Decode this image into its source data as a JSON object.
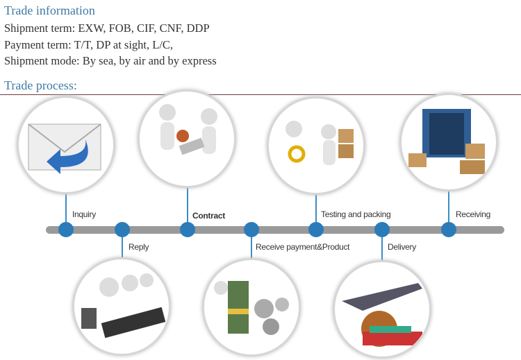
{
  "trade_info": {
    "heading": "Trade information",
    "lines": [
      "Shipment term: EXW, FOB, CIF, CNF, DDP",
      "Payment term: T/T, DP at sight, L/C,",
      "Shipment mode: By sea, by air and by express"
    ]
  },
  "process": {
    "heading": "Trade process:",
    "steps": [
      "Inquiry",
      "Reply",
      "Contract",
      "Receive payment&Product",
      "Testing and packing",
      "Delivery",
      "Receiving"
    ]
  },
  "colors": {
    "heading": "#3f7aa3",
    "dot": "#2b7bb9",
    "bar": "#9a9a9a"
  }
}
